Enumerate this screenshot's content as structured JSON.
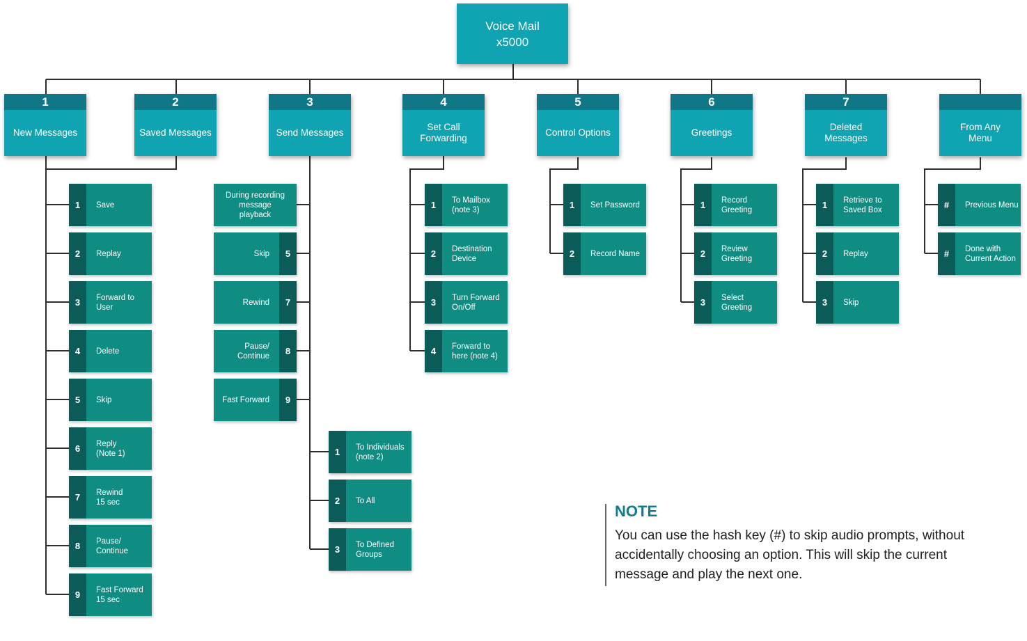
{
  "root": {
    "line1": "Voice Mail",
    "line2": "x5000"
  },
  "categories": [
    {
      "num": "1",
      "label": "New Messages"
    },
    {
      "num": "2",
      "label": "Saved Messages"
    },
    {
      "num": "3",
      "label": "Send Messages"
    },
    {
      "num": "4",
      "label": "Set Call\nForwarding"
    },
    {
      "num": "5",
      "label": "Control Options"
    },
    {
      "num": "6",
      "label": "Greetings"
    },
    {
      "num": "7",
      "label": "Deleted\nMessages"
    },
    {
      "num": "",
      "label": "From Any\nMenu"
    }
  ],
  "new_messages_options": [
    {
      "key": "1",
      "label": "Save"
    },
    {
      "key": "2",
      "label": "Replay"
    },
    {
      "key": "3",
      "label": "Forward to\nUser"
    },
    {
      "key": "4",
      "label": "Delete"
    },
    {
      "key": "5",
      "label": "Skip"
    },
    {
      "key": "6",
      "label": "Reply\n(Note 1)"
    },
    {
      "key": "7",
      "label": "Rewind\n15 sec"
    },
    {
      "key": "8",
      "label": "Pause/\nContinue"
    },
    {
      "key": "9",
      "label": "Fast Forward\n15 sec"
    }
  ],
  "send_messages_playback": {
    "header": "During recording\nmessage\nplayback",
    "options": [
      {
        "key": "5",
        "label": "Skip"
      },
      {
        "key": "7",
        "label": "Rewind"
      },
      {
        "key": "8",
        "label": "Pause/\nContinue"
      },
      {
        "key": "9",
        "label": "Fast Forward"
      }
    ]
  },
  "send_messages_targets": [
    {
      "key": "1",
      "label": "To Individuals\n(note 2)"
    },
    {
      "key": "2",
      "label": "To All"
    },
    {
      "key": "3",
      "label": "To Defined\nGroups"
    }
  ],
  "call_forwarding_options": [
    {
      "key": "1",
      "label": "To Mailbox\n(note 3)"
    },
    {
      "key": "2",
      "label": "Destination\nDevice"
    },
    {
      "key": "3",
      "label": "Turn Forward\nOn/Off"
    },
    {
      "key": "4",
      "label": "Forward to\nhere (note 4)"
    }
  ],
  "control_options": [
    {
      "key": "1",
      "label": "Set Password"
    },
    {
      "key": "2",
      "label": "Record Name"
    }
  ],
  "greetings_options": [
    {
      "key": "1",
      "label": "Record\nGreeting"
    },
    {
      "key": "2",
      "label": "Review\nGreeting"
    },
    {
      "key": "3",
      "label": "Select\nGreeting"
    }
  ],
  "deleted_messages_options": [
    {
      "key": "1",
      "label": "Retrieve to\nSaved Box"
    },
    {
      "key": "2",
      "label": "Replay"
    },
    {
      "key": "3",
      "label": "Skip"
    }
  ],
  "any_menu_options": [
    {
      "key": "#",
      "label": "Previous Menu"
    },
    {
      "key": "#",
      "label": "Done with\nCurrent Action"
    }
  ],
  "note": {
    "title": "NOTE",
    "text": "You can use the hash key (#) to skip audio prompts, without accidentally choosing an option. This will skip the current message and play the next one."
  }
}
